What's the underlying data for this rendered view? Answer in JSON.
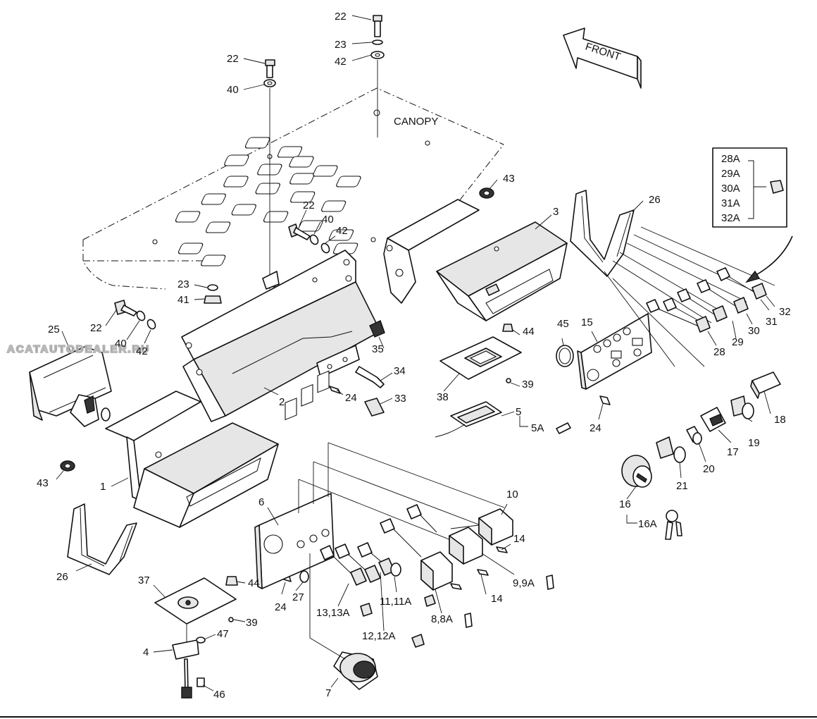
{
  "canopy_label": "CANOPY",
  "front_label": "FRONT",
  "watermark": "ACATAUTODEALER.RU",
  "inset_group": [
    "28A",
    "29A",
    "30A",
    "31A",
    "32A"
  ],
  "part_labels": {
    "p1": "1",
    "p2": "2",
    "p3": "3",
    "p4": "4",
    "p5": "5",
    "p5a": "5A",
    "p6": "6",
    "p7": "7",
    "p8": "8,8A",
    "p9": "9,9A",
    "p10": "10",
    "p11": "11,11A",
    "p12": "12,12A",
    "p13": "13,13A",
    "p14a": "14",
    "p14b": "14",
    "p15": "15",
    "p16": "16",
    "p16a": "16A",
    "p17": "17",
    "p18": "18",
    "p19": "19",
    "p20": "20",
    "p21": "21",
    "p22a": "22",
    "p22b": "22",
    "p22c": "22",
    "p22d": "22",
    "p23a": "23",
    "p23b": "23",
    "p24a": "24",
    "p24b": "24",
    "p24c": "24",
    "p25": "25",
    "p26a": "26",
    "p26b": "26",
    "p27": "27",
    "p28": "28",
    "p29": "29",
    "p30": "30",
    "p31": "31",
    "p32": "32",
    "p33": "33",
    "p34": "34",
    "p35": "35",
    "p37": "37",
    "p38": "38",
    "p39a": "39",
    "p39b": "39",
    "p40a": "40",
    "p40b": "40",
    "p40c": "40",
    "p41": "41",
    "p42a": "42",
    "p42b": "42",
    "p42c": "42",
    "p43a": "43",
    "p43b": "43",
    "p44a": "44",
    "p44b": "44",
    "p45": "45",
    "p46": "46",
    "p47": "47"
  }
}
